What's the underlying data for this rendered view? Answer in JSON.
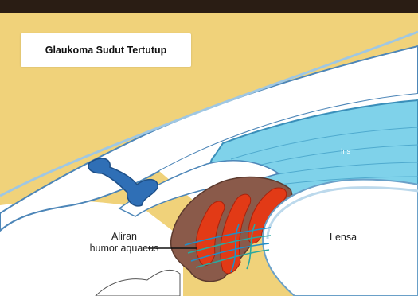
{
  "diagram": {
    "title": "Glaukoma Sudut Tertutup",
    "labels": {
      "iris": "Iris",
      "lens": "Lensa",
      "aqueous_flow_line1": "Aliran",
      "aqueous_flow_line2": "humor aquaeus"
    },
    "colors": {
      "sclera_background": "#f0d27a",
      "cornea": "#ffffff",
      "cornea_outline": "#4d86b8",
      "iris": "#7fd2ea",
      "ciliary_body": "#8a5a4a",
      "ciliary_process": "#e23a16",
      "aqueous_flow": "#1f8fc8",
      "lens": "#ffffff",
      "frame": "#2a1d14"
    }
  }
}
